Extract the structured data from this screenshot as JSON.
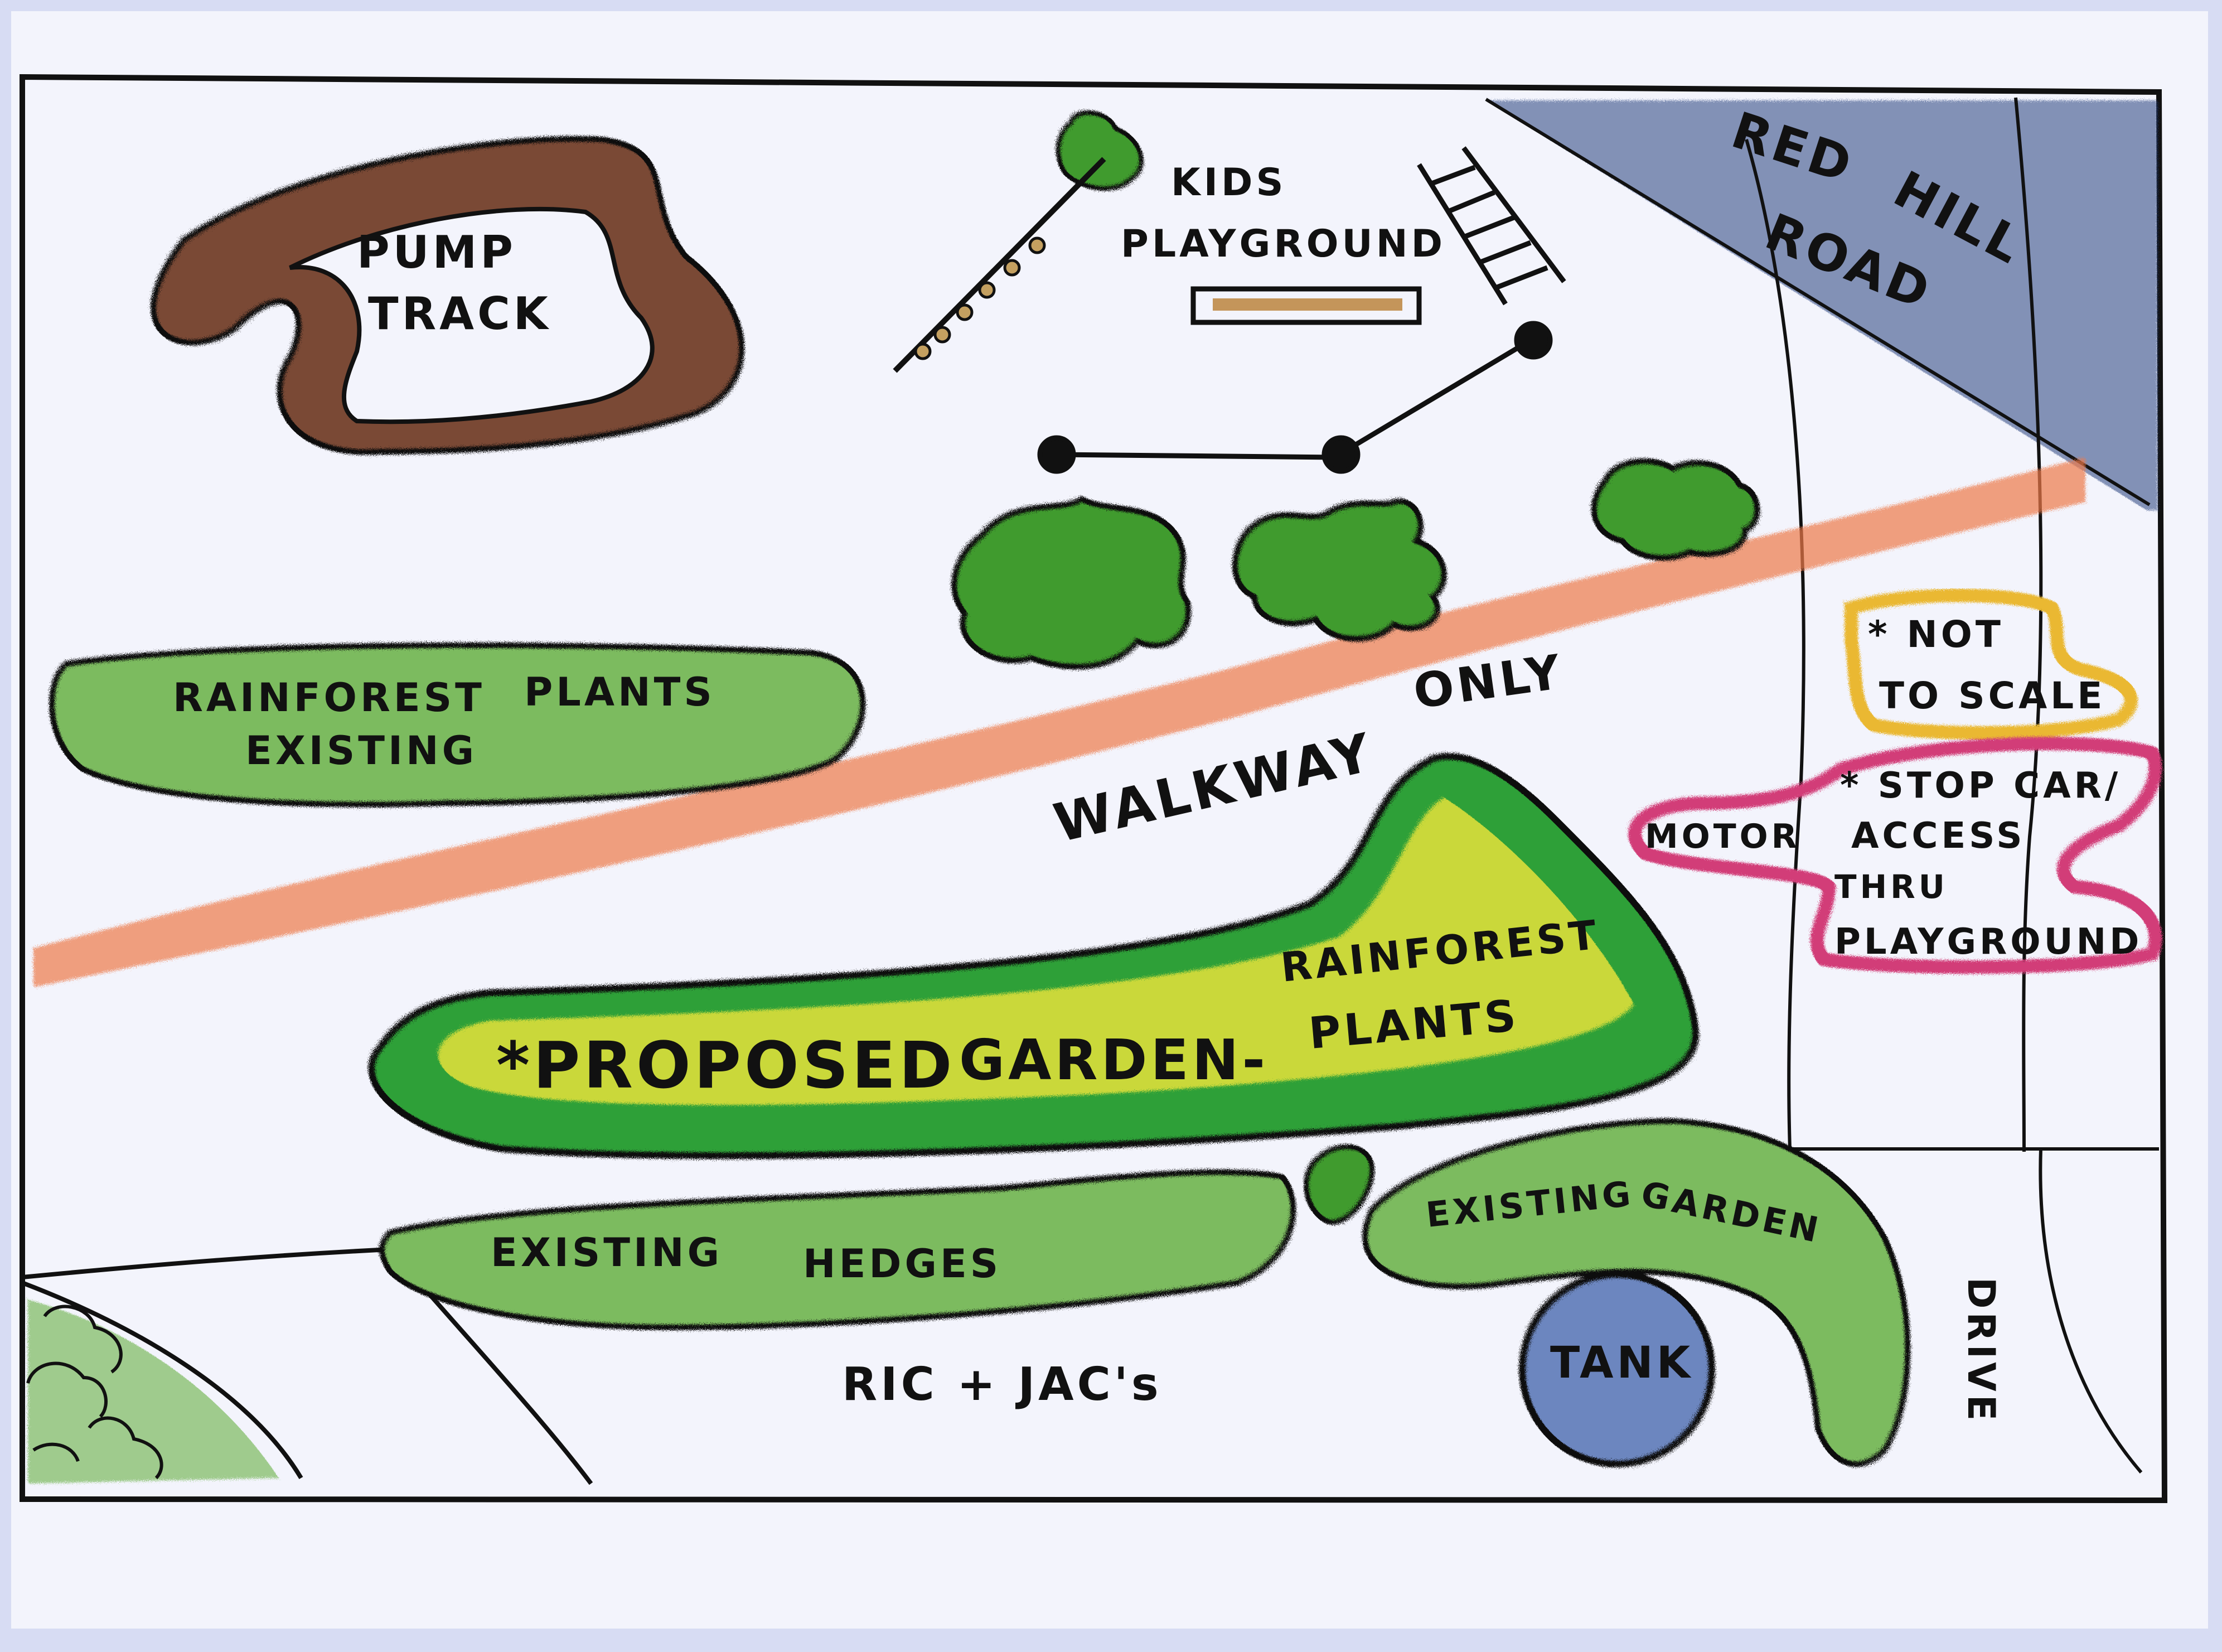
{
  "labels": {
    "pump_track": [
      "PUMP",
      "TRACK"
    ],
    "kids_playground": [
      "KIDS",
      "PLAYGROUND"
    ],
    "road": [
      "RED",
      "HILL",
      "ROAD"
    ],
    "rainforest_existing": [
      "RAINFOREST",
      "PLANTS",
      "EXISTING"
    ],
    "walkway": [
      "WALKWAY",
      "ONLY"
    ],
    "not_to_scale": [
      "* NOT",
      "TO SCALE"
    ],
    "stop_access": [
      "* STOP CAR/",
      "ACCESS",
      "THRU",
      "PLAYGROUND"
    ],
    "motor": "MOTOR",
    "proposed_garden": [
      "*PROPOSED",
      "GARDEN-",
      "RAINFOREST",
      "PLANTS"
    ],
    "existing_hedges": [
      "EXISTING",
      "HEDGES"
    ],
    "existing_garden": [
      "EXISTING",
      "GARDEN"
    ],
    "tank": "TANK",
    "neighbours": "RIC + JAC's",
    "drive": "DRIVE"
  },
  "colors": {
    "paper": "#f3f4fc",
    "background": "#d7dcf3",
    "ink": "#111111",
    "green": "#3f9b2e",
    "green_light": "#a9d58f",
    "yellow": "#e6e23a",
    "brown": "#7a4a36",
    "walkway_orange": "#ee7a4a",
    "road_blue": "#27427e",
    "note_yellow": "#eab830",
    "note_pink": "#d23c78",
    "tank_blue": "#6c86bf"
  }
}
